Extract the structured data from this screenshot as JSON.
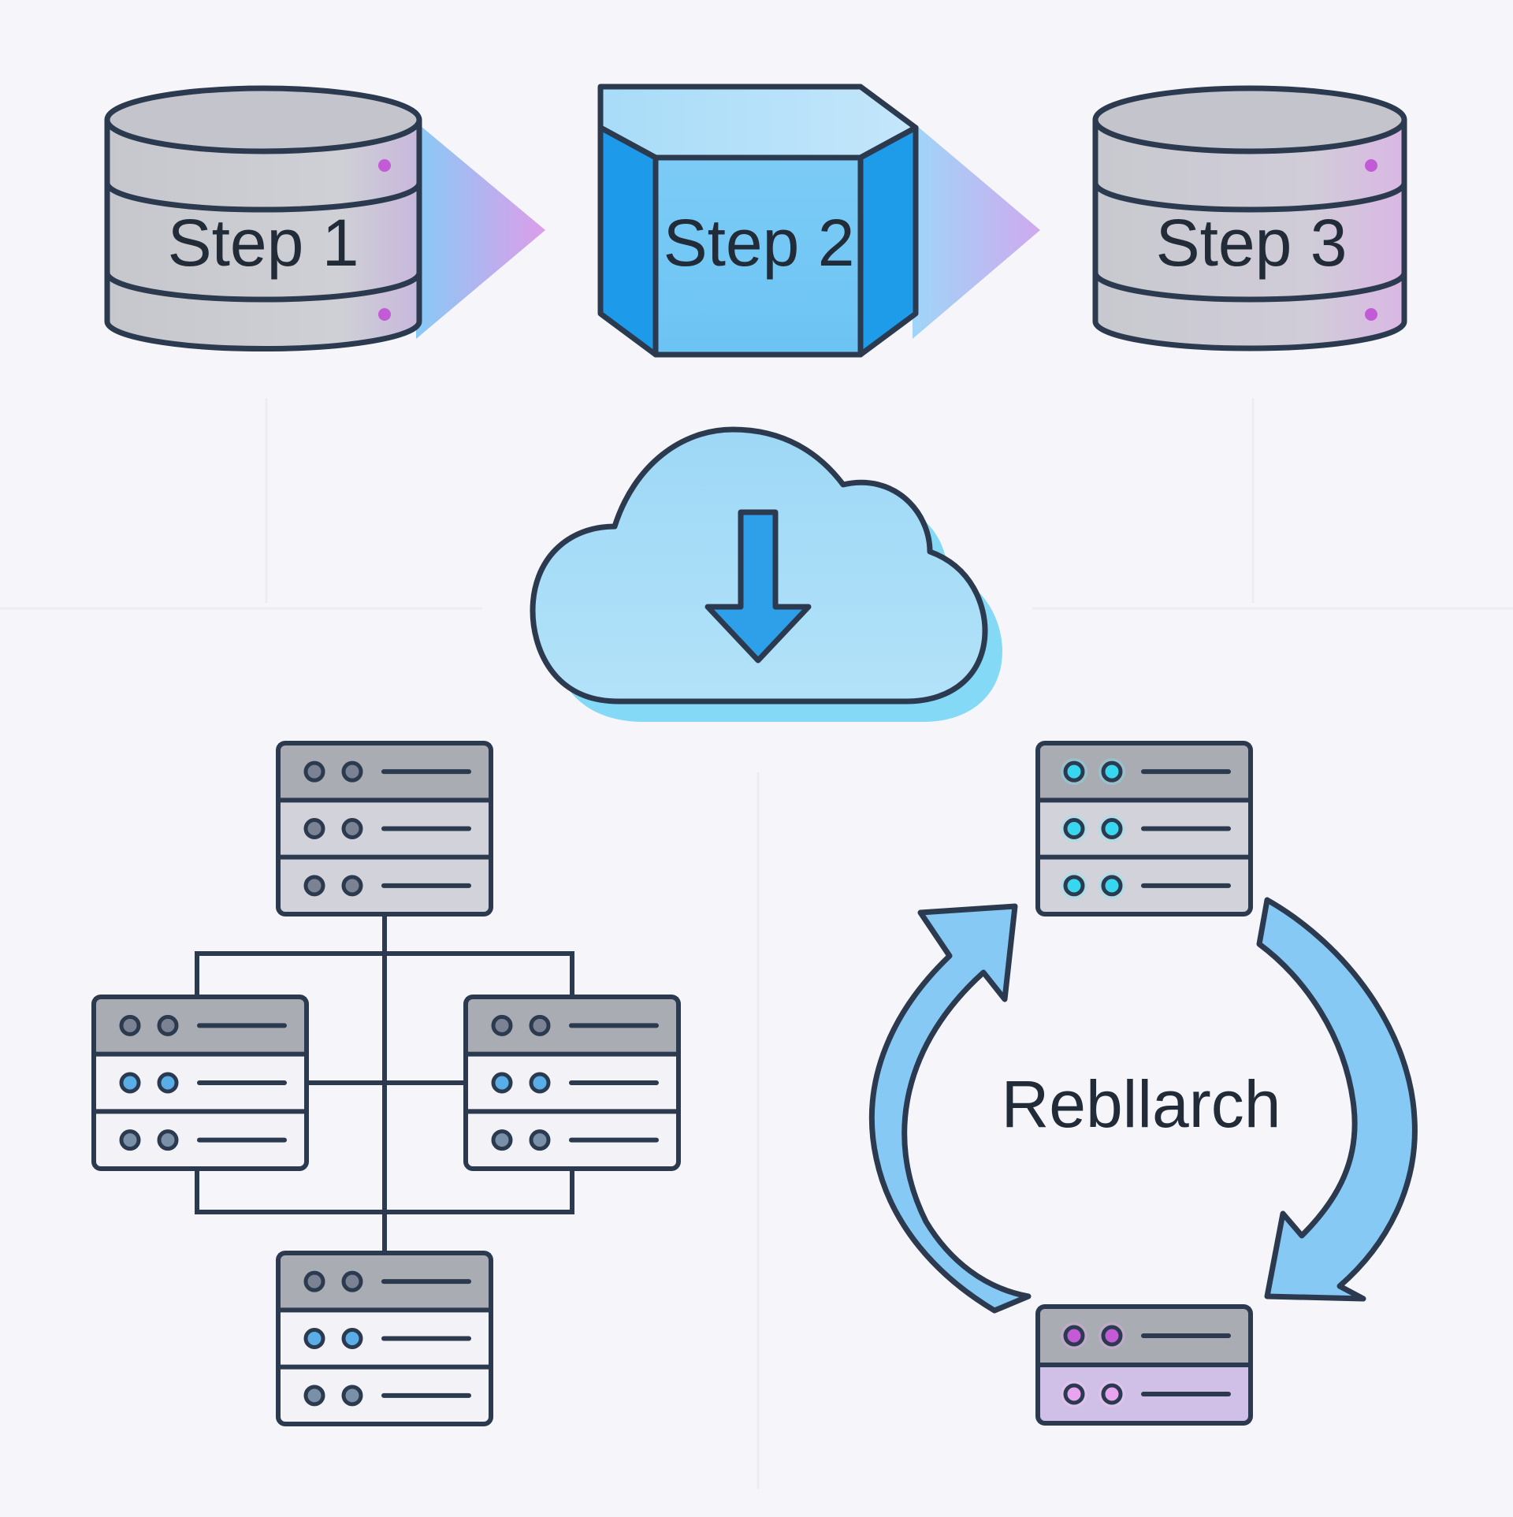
{
  "pipeline": {
    "steps": [
      {
        "label": "Step 1"
      },
      {
        "label": "Step 2"
      },
      {
        "label": "Step 3"
      }
    ]
  },
  "cycle": {
    "label": "Rebllarch"
  },
  "colors": {
    "background": "#f6f6fa",
    "outline": "#2c3a4f",
    "db_gray": "#c9cad0",
    "box_blue": "#22a3ee",
    "arrow_blue": "#86c9f4",
    "cloud_blue": "#a6dcf7",
    "led_cyan": "#39d7ef",
    "led_purple": "#c35bd6"
  }
}
